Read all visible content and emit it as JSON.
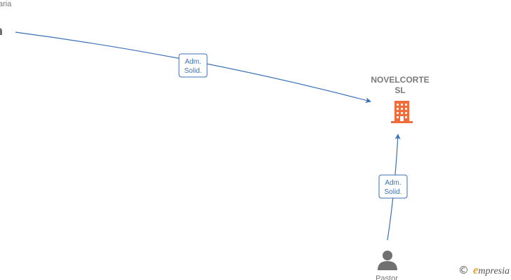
{
  "diagram": {
    "nodes": {
      "top_person_partial_label": "aria",
      "company": {
        "line1": "NOVELCORTE",
        "line2": "SL"
      },
      "bottom_person_label": "Pastor"
    },
    "edges": [
      {
        "from": "top-person",
        "to": "company",
        "label_line1": "Adm.",
        "label_line2": "Solid."
      },
      {
        "from": "bottom-person",
        "to": "company",
        "label_line1": "Adm.",
        "label_line2": "Solid."
      }
    ],
    "colors": {
      "edge": "#3a6fb5",
      "company_icon": "#f26b3a",
      "person_icon": "#707070",
      "text": "#7a7a7a"
    },
    "icons": {
      "company": "building-icon",
      "person": "person-icon"
    }
  },
  "watermark": {
    "symbol": "©",
    "initial": "e",
    "rest": "mpresia"
  }
}
